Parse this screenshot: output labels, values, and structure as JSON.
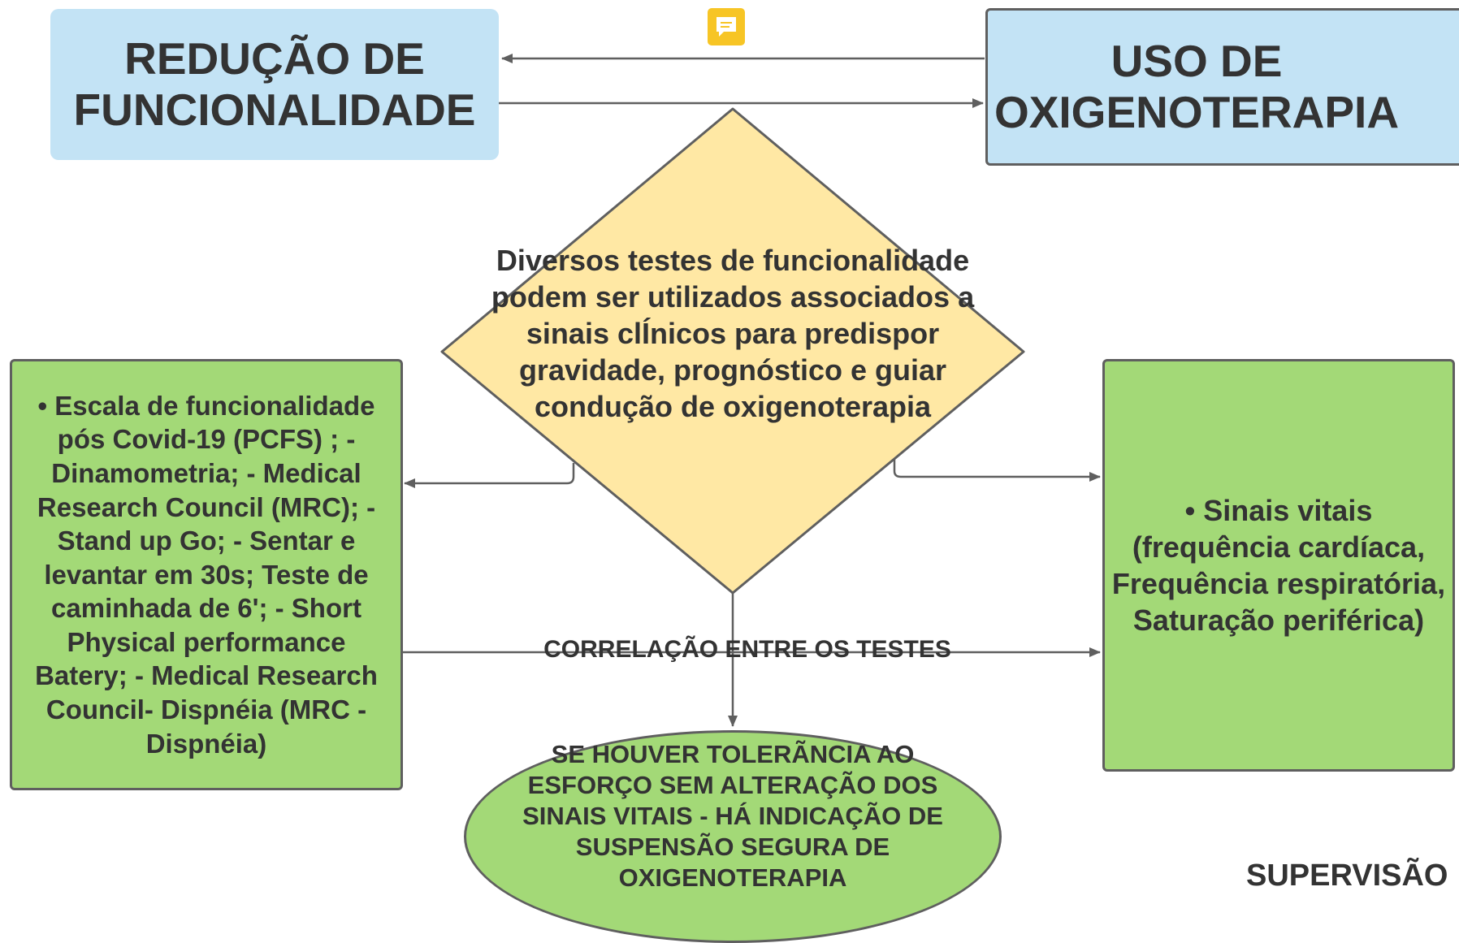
{
  "nodes": {
    "reducao": "REDUÇÃO DE FUNCIONALIDADE",
    "uso": "USO DE OXIGENOTERAPIA",
    "diamond": "Diversos testes de funcionalidade podem ser utilizados associados a sinais clÍnicos para predispor gravidade, prognóstico e guiar condução de oxigenoterapia",
    "left": "• Escala de funcionalidade pós Covid-19 (PCFS) ; - Dinamometria; - Medical Research Council (MRC); - Stand up Go; - Sentar e levantar em 30s; Teste de caminhada de 6'; - Short Physical performance Batery; - Medical Research Council- Dispnéia (MRC - Dispnéia)",
    "right": "• Sinais vitais (frequência cardíaca, Frequência respiratória, Saturação periférica)",
    "oval": "SE HOUVER TOLERÃNCIA AO ESFORÇO SEM ALTERAÇÃO DOS SINAIS VITAIS - HÁ INDICAÇÃO DE SUSPENSÃO SEGURA DE OXIGENOTERAPIA"
  },
  "edge_labels": {
    "correlacao": "CORRELAÇÃO ENTRE OS TESTES"
  },
  "bottom_label": "SUPERVISÃO",
  "colors": {
    "blue": "#c3e3f5",
    "green": "#a3d977",
    "yellow": "#ffe8a4",
    "stroke": "#5f5f5f",
    "comment": "#f7c525"
  },
  "icons": {
    "comment": "comment-icon"
  }
}
